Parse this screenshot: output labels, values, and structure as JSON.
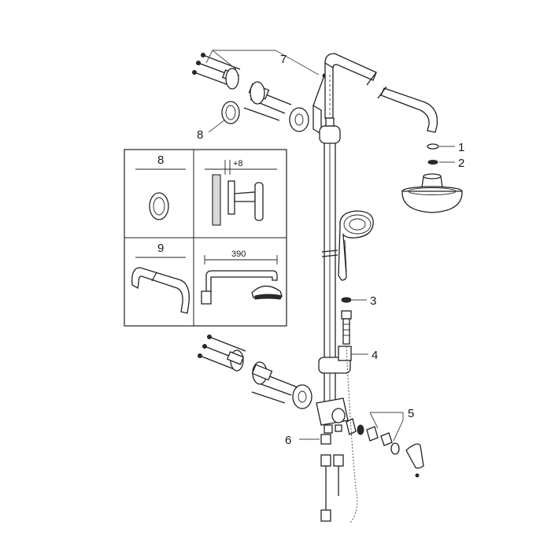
{
  "callouts": {
    "c1": "1",
    "c2": "2",
    "c3": "3",
    "c4": "4",
    "c5": "5",
    "c6": "6",
    "c7": "7",
    "c8": "8"
  },
  "inset": {
    "cell_8_label": "8",
    "cell_9_label": "9",
    "dim_offset": "+8",
    "dim_length": "390"
  }
}
